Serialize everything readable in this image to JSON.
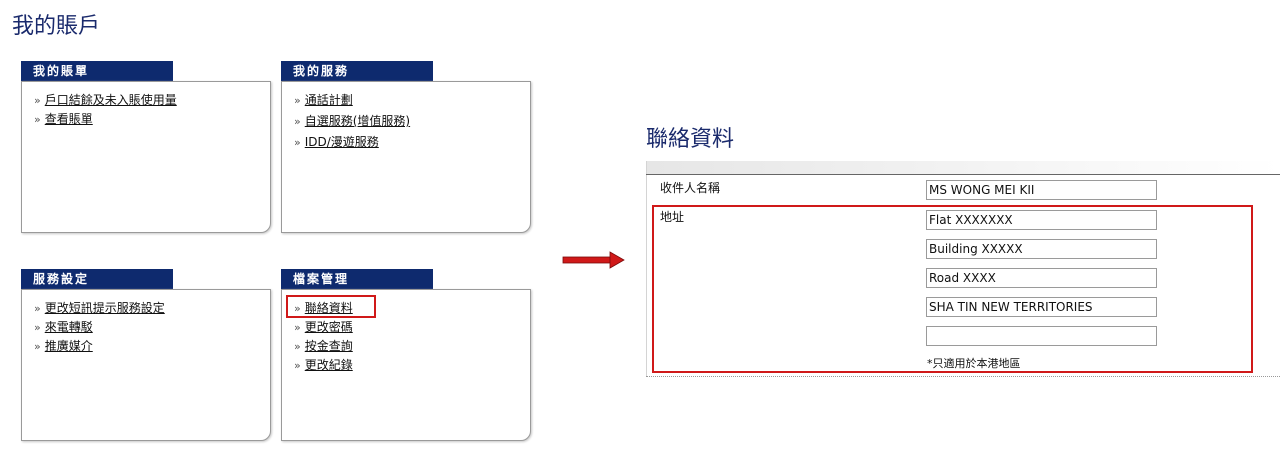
{
  "page_title": "我的賬戶",
  "panels": {
    "bills": {
      "title": "我的賬單",
      "items": [
        "戶口結餘及未入賬使用量",
        "查看賬單"
      ]
    },
    "services": {
      "title": "我的服務",
      "items": [
        "通話計劃",
        "自選服務(增值服務)",
        "IDD/漫遊服務"
      ]
    },
    "settings": {
      "title": "服務設定",
      "items": [
        "更改短訊提示服務設定",
        "來電轉駁",
        "推廣媒介"
      ]
    },
    "profile": {
      "title": "檔案管理",
      "items": [
        "聯絡資料",
        "更改密碼",
        "按金查詢",
        "更改紀錄"
      ]
    }
  },
  "chevron": "»",
  "contact": {
    "title": "聯絡資料",
    "recipient_label": "收件人名稱",
    "recipient_value": "MS WONG MEI KII",
    "address_label": "地址",
    "address_lines": [
      "Flat XXXXXXX",
      "Building XXXXX",
      "Road XXXX",
      "SHA TIN NEW TERRITORIES",
      ""
    ],
    "note": "*只適用於本港地區"
  },
  "colors": {
    "header_blue": "#0e2a6e",
    "title_blue": "#1a2a6c",
    "highlight_red": "#d01919"
  },
  "icons": {
    "pointer": "red-arrow-right-icon"
  }
}
